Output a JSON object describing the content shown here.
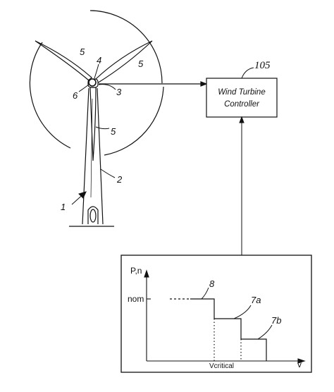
{
  "turbine": {
    "label_1": "1",
    "label_2": "2",
    "label_3": "3",
    "label_4": "4",
    "label_5": "5",
    "label_6": "6"
  },
  "controller": {
    "ref": "105",
    "line1": "Wind Turbine",
    "line2": "Controller"
  },
  "graph": {
    "y_axis_label": "P,n",
    "y_tick_label": "nom",
    "x_axis_label": "v",
    "x_tick_label": "Vcritical",
    "step_labels": [
      "8",
      "7a",
      "7b"
    ]
  }
}
